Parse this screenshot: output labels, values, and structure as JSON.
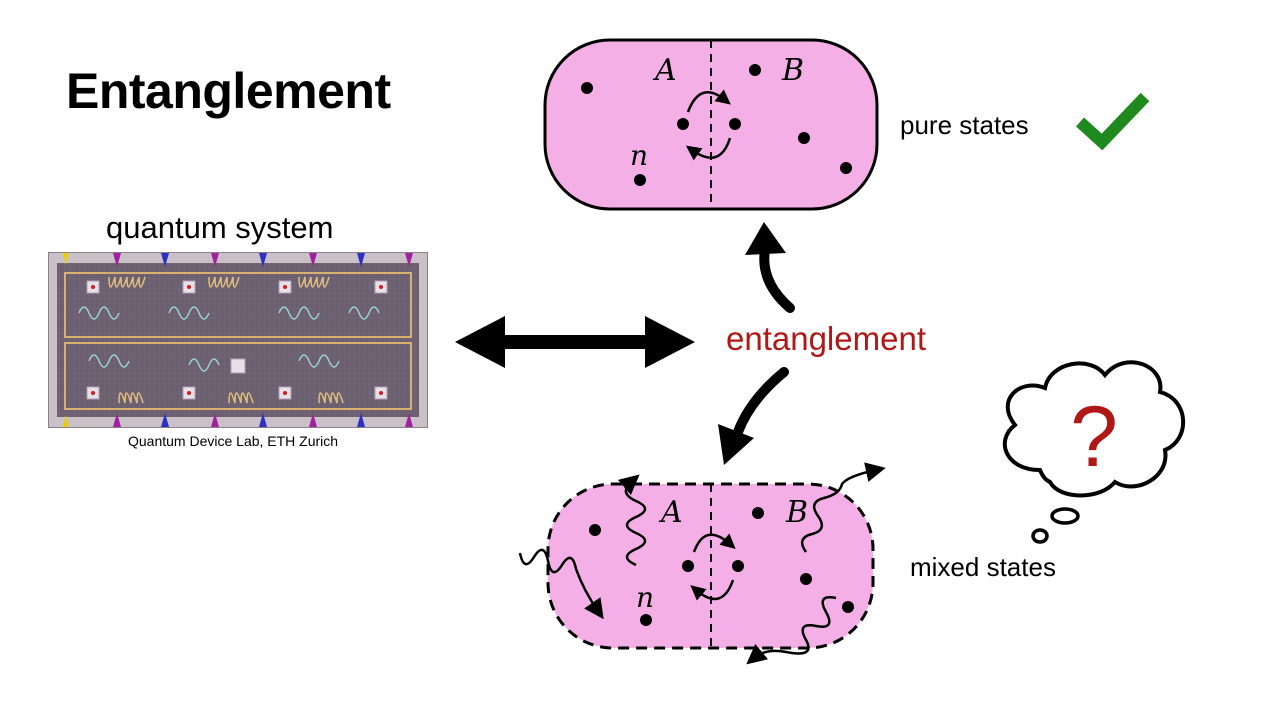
{
  "title": "Entanglement",
  "quantum_system": {
    "label": "quantum system",
    "credit": "Quantum Device Lab, ETH Zurich"
  },
  "center_label": "entanglement",
  "top_box": {
    "label_A": "A",
    "label_B": "B",
    "label_n": "n",
    "caption": "pure states",
    "status_icon": "checkmark-icon"
  },
  "bottom_box": {
    "label_A": "A",
    "label_B": "B",
    "label_n": "n",
    "caption": "mixed states"
  },
  "thought": {
    "symbol": "?",
    "icon": "thought-cloud-icon"
  },
  "colors": {
    "box_fill": "#f4b0e6",
    "accent_red": "#b01818",
    "check_green": "#1e8a1e",
    "chip_base": "#6a5e6e"
  }
}
